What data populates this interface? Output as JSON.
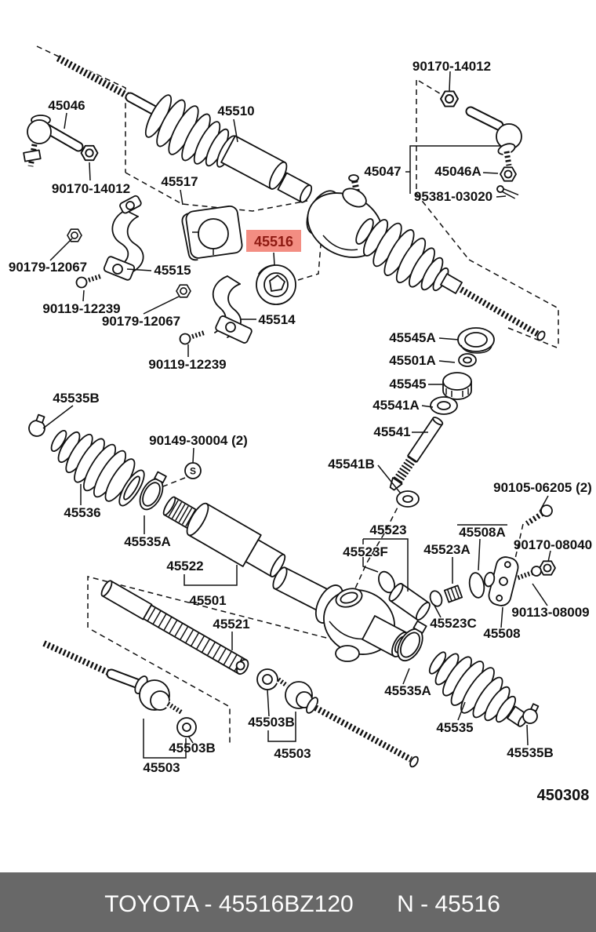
{
  "diagram": {
    "code": "450308",
    "highlight": {
      "text": "45516",
      "bg": "#f38d82",
      "fg": "#8e1a12"
    },
    "marker": "S",
    "labels": [
      "90170-14012",
      "45046",
      "45510",
      "90170-14012",
      "45517",
      "45047",
      "45046A",
      "95381-03020",
      "90179-12067",
      "45515",
      "90119-12239",
      "90179-12067",
      "45514",
      "90119-12239",
      "45545A",
      "45501A",
      "45545",
      "45541A",
      "45541",
      "45535B",
      "90149-30004 (2)",
      "45536",
      "45535A",
      "45522",
      "45501",
      "45541B",
      "90105-06205 (2)",
      "45508A",
      "90170-08040",
      "45523",
      "45523F",
      "45523A",
      "45523C",
      "45508",
      "90113-08009",
      "45521",
      "45503B",
      "45503B",
      "45503",
      "45503",
      "45535A",
      "45535",
      "45535B"
    ]
  },
  "banner": {
    "brand_part": "TOYOTA - 45516BZ120",
    "part_ref": "N - 45516",
    "bg": "#686868",
    "fg": "#ffffff"
  }
}
